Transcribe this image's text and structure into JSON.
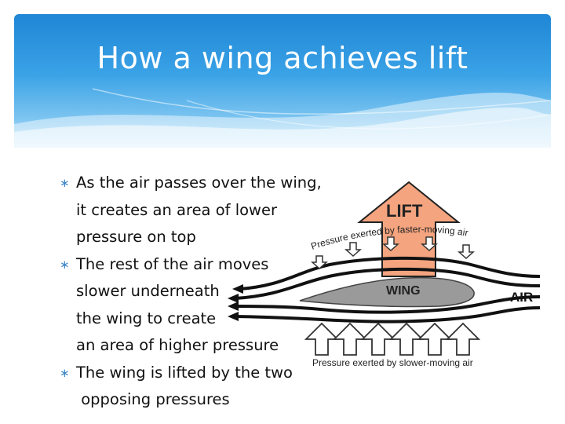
{
  "slide": {
    "title": "How a wing achieves lift",
    "bullets": [
      {
        "lines": [
          "As the air passes over the wing,",
          "it creates an area of lower",
          "pressure on top"
        ]
      },
      {
        "lines": [
          "The rest of the air moves",
          "slower underneath",
          "the wing to create",
          "an area of higher pressure"
        ]
      },
      {
        "lines": [
          "The wing is lifted by the two",
          " opposing pressures"
        ]
      }
    ],
    "bullet_marker": "∗"
  },
  "diagram": {
    "lift_label": "LIFT",
    "top_pressure_label": "Pressure exerted by faster-moving air",
    "bottom_pressure_label": "Pressure exerted by slower-moving air",
    "wing_label": "WING",
    "air_label": "AIR",
    "colors": {
      "lift_arrow": "#f4a47f",
      "wing_fill": "#9a9a9a",
      "header_top": "#1f86d6",
      "bullet_marker": "#3b86c8"
    }
  }
}
